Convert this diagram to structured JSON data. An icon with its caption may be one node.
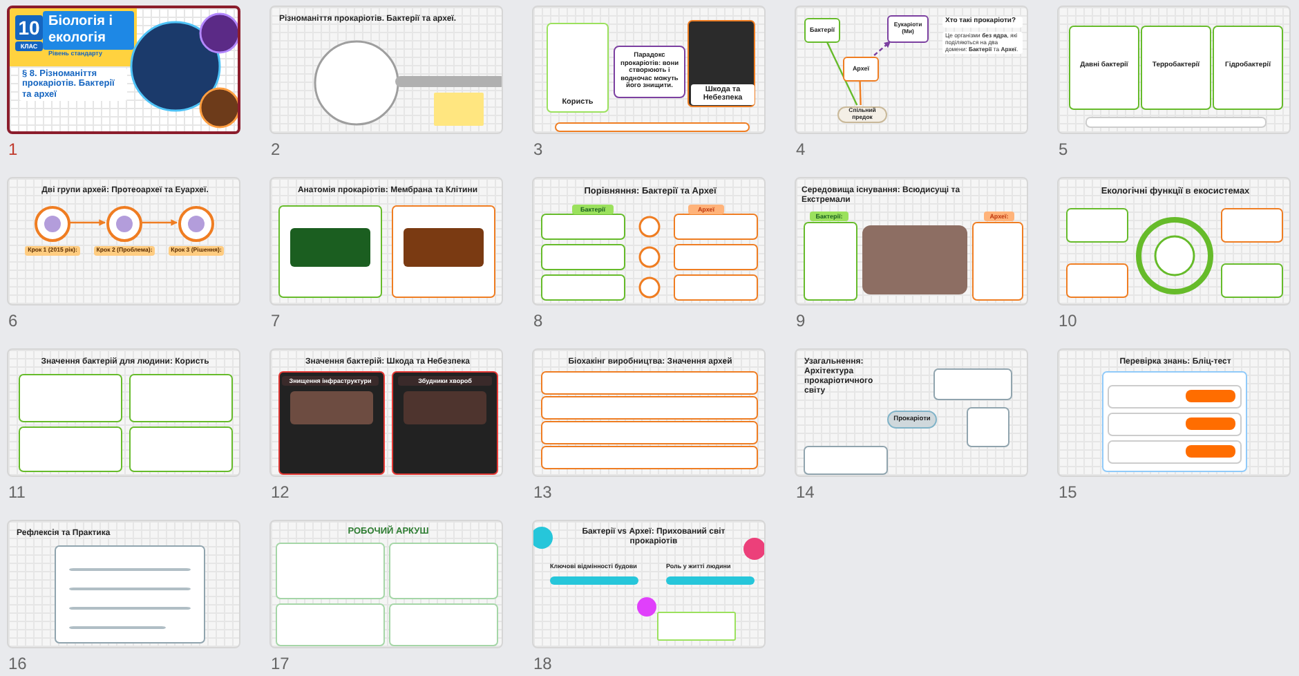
{
  "diagram": {
    "nodes": [
      {
        "text": [
          "10",
          "КЛАС",
          "Біологія і екологія",
          "Рівень стандарту",
          "§ 8. Різноманіття прокаріотів. Бактерії та археї"
        ],
        "beside": [
          "1"
        ]
      },
      {
        "text": [
          "Різноманіття прокаріотів. Бактерії та археї."
        ],
        "beside": [
          "2"
        ]
      },
      {
        "text": [
          "Користь",
          "Шкода та Небезпека"
        ],
        "beside": [
          "3"
        ]
      },
      {
        "text": [
          "Парадокс прокаріотів: вони створюють і водночас можуть його знищити."
        ],
        "in": 2
      },
      {
        "text": [
          "Хто такі прокаріоти?",
          "Це організми **без ядра**, які поділяються на два домени: **Бактерії** та **Археї**."
        ],
        "beside": [
          "4"
        ]
      },
      {
        "text": [
          "Бактерії"
        ],
        "in": 4
      },
      {
        "text": [
          "Археї"
        ],
        "in": 4
      },
      {
        "text": [
          "Еукаріоти (Ми)"
        ],
        "in": 4
      },
      {
        "text": [
          "Спільний предок"
        ],
        "in": 4
      },
      {
        "text": [
          "Давні бактерії",
          "Терробактерії",
          "Гідробактерії"
        ],
        "beside": [
          "5"
        ]
      },
      {
        "text": [
          "Дві групи архей: **Протеоархеї** та **Еуархеї**."
        ],
        "beside": [
          "6"
        ]
      },
      {
        "text": [
          "Крок 1 (2015 рік):"
        ],
        "in": 10
      },
      {
        "text": [
          "Крок 2 (Проблема):"
        ],
        "in": 10
      },
      {
        "text": [
          "Крок 3 (Рішення):"
        ],
        "in": 10
      },
      {
        "text": [
          "Анатомія прокаріотів: Мембрана та Клітини"
        ],
        "beside": [
          "7"
        ]
      },
      {
        "text": [
          "Порівняння: Бактерії та Археї",
          "Бактерії",
          "Археї"
        ],
        "beside": [
          "8"
        ]
      },
      {
        "text": [
          "Середовища існування: Всюдисущі та Екстремали",
          "Бактерії:",
          "Археї:"
        ],
        "beside": [
          "9"
        ]
      },
      {
        "text": [
          "Екологічні функції в екосистемах"
        ],
        "beside": [
          "10"
        ]
      },
      {
        "text": [
          "Значення бактерій для людини: Користь"
        ],
        "beside": [
          "11"
        ]
      },
      {
        "text": [
          "Значення бактерій: Шкода та Небезпека",
          "Знищення інфраструктури",
          "Збудники хвороб"
        ],
        "beside": [
          "12"
        ]
      },
      {
        "text": [
          "Біохакінг виробництва: Значення архей"
        ],
        "beside": [
          "13"
        ]
      },
      {
        "text": [
          "Узагальнення: Архітектура прокаріотичного світу"
        ],
        "beside": [
          "14"
        ]
      },
      {
        "text": [
          "Прокаріоти"
        ],
        "in": 21
      },
      {
        "text": [
          "Перевірка знань: Бліц-тест"
        ],
        "beside": [
          "15"
        ]
      },
      {
        "text": [
          "Рефлексія та Практика"
        ],
        "beside": [
          "16"
        ]
      },
      {
        "text": [
          "РОБОЧИЙ АРКУШ"
        ],
        "beside": [
          "17"
        ]
      },
      {
        "text": [
          "Бактерії vs Археї: Прихований світ прокаріотів",
          "Ключові відмінності будови",
          "Роль у житті людини"
        ],
        "beside": [
          "18"
        ]
      }
    ],
    "edges": [
      {
        "from": 8,
        "to": 5,
        "arrow": "none",
        "color": "#66bb2a"
      },
      {
        "from": 8,
        "to": 6,
        "arrow": "none"
      },
      {
        "from": 6,
        "to": 7,
        "arrow": "to",
        "style": "dashed",
        "color": "#7b3fa0"
      },
      {
        "from": 11,
        "to": 12,
        "arrow": "to"
      },
      {
        "from": 12,
        "to": 13,
        "arrow": "to"
      }
    ]
  }
}
